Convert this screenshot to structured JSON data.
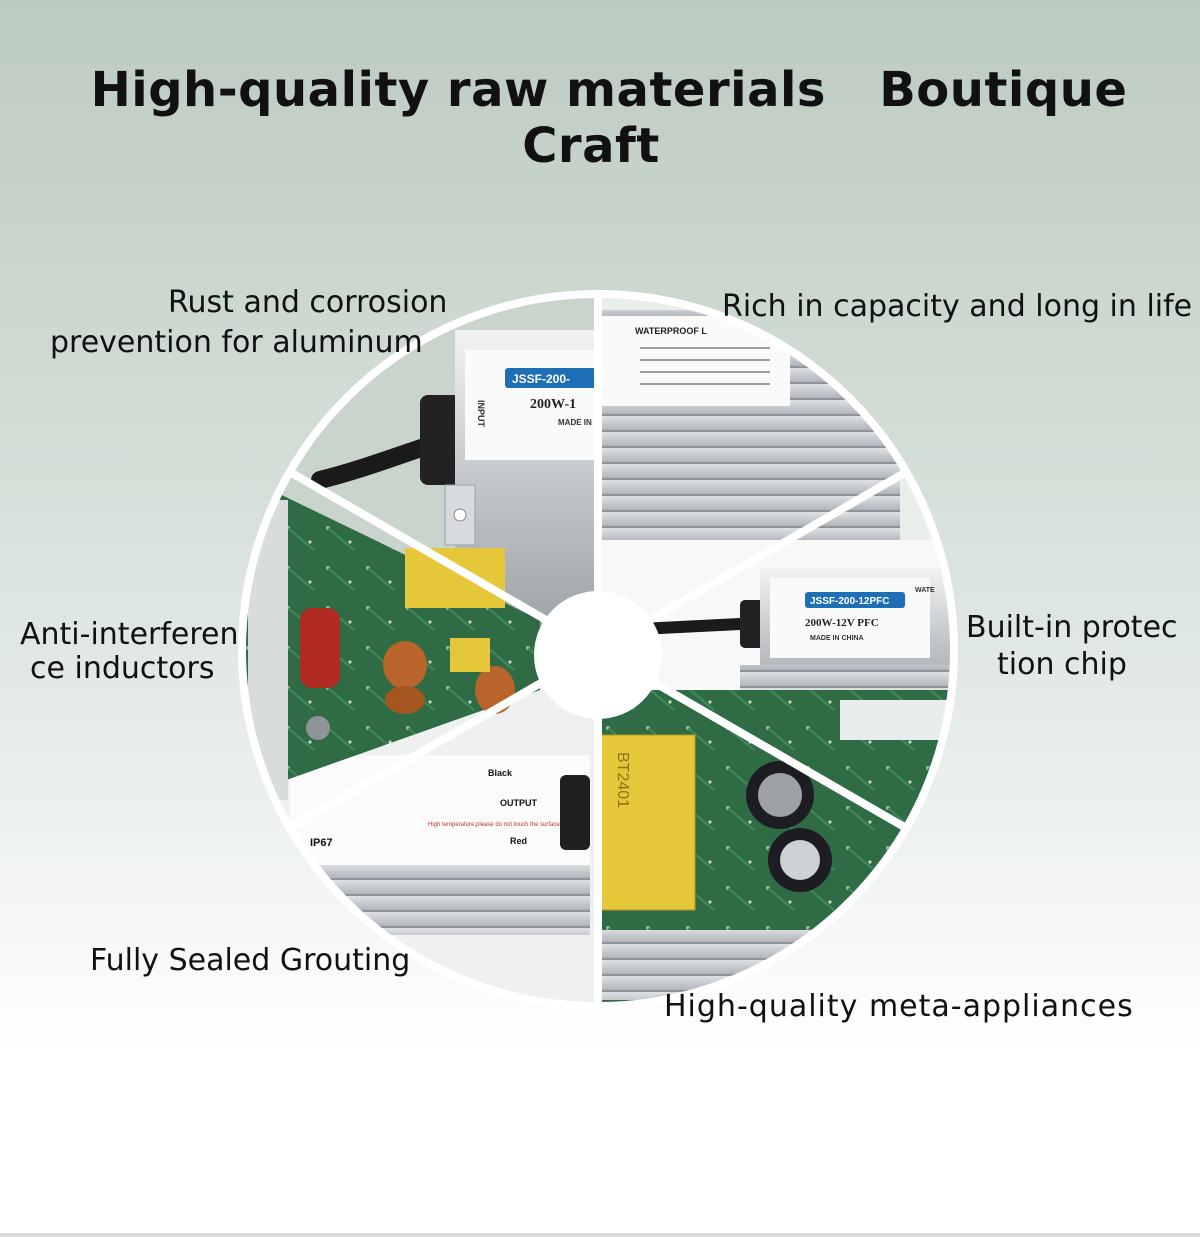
{
  "header": {
    "title_left": "High-quality raw materials",
    "title_right": "Boutique Craft"
  },
  "features": {
    "rust": {
      "line1": "Rust and corrosion",
      "line2": "prevention for aluminum"
    },
    "capacity": {
      "line1": "Rich in capacity and long in life"
    },
    "inductors": {
      "line1": "Anti-interferen",
      "line2": "ce inductors"
    },
    "chip": {
      "line1": "Built-in protec",
      "line2": "tion chip"
    },
    "sealed": {
      "line1": "Fully Sealed Grouting"
    },
    "appliances": {
      "line1": "High-quality meta-appliances"
    }
  },
  "product_labels": {
    "model_top": "JSSF-200-",
    "spec_top": "200W-1",
    "made_top": "MADE IN CHINA",
    "waterproof": "WATERPROOF L",
    "input_tag": "INPUT",
    "model_right": "JSSF-200-12PFC",
    "spec_right": "200W-12V PFC",
    "made_right": "MADE IN CHINA",
    "waterproof_right": "WATE",
    "black": "Black",
    "output": "OUTPUT",
    "red": "Red",
    "ip": "IP67",
    "warning": "High temperature,please do not touch the surface",
    "capacitor_code": "BT2401"
  },
  "colors": {
    "divider": "#ffffff",
    "aluminum": "#c7cacd",
    "pcb": "#2f6b45",
    "label_blue": "#1f6fb7",
    "cap_yellow": "#e6c73a",
    "cap_red": "#b02a22"
  }
}
